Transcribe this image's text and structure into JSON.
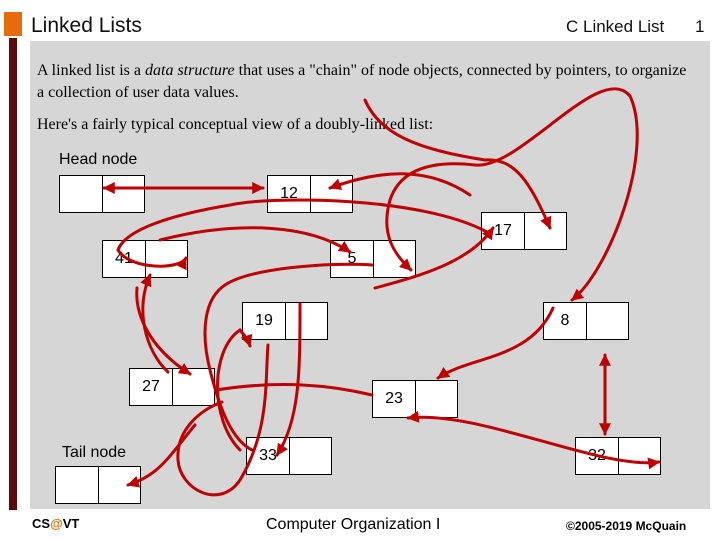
{
  "header": {
    "title": "Linked Lists",
    "section": "C Linked List",
    "page_number": "1"
  },
  "body": {
    "para1_before": "A linked list is a ",
    "para1_italic": "data structure",
    "para1_after": " that uses a \"chain\" of node objects, connected by pointers, to organize a collection of user data values.",
    "para2": "Here's a fairly typical conceptual view of a doubly-linked list:"
  },
  "diagram": {
    "head_label": "Head node",
    "tail_label": "Tail node",
    "nodes": [
      {
        "id": "head",
        "value": ""
      },
      {
        "id": "n12",
        "value": "12"
      },
      {
        "id": "n17",
        "value": "17"
      },
      {
        "id": "n41",
        "value": "41"
      },
      {
        "id": "n5",
        "value": "5"
      },
      {
        "id": "n19",
        "value": "19"
      },
      {
        "id": "n8",
        "value": "8"
      },
      {
        "id": "n27",
        "value": "27"
      },
      {
        "id": "n23",
        "value": "23"
      },
      {
        "id": "n33",
        "value": "33"
      },
      {
        "id": "n32",
        "value": "32"
      },
      {
        "id": "tail",
        "value": ""
      }
    ],
    "link_color": "#c00000"
  },
  "footer": {
    "left_prefix": "CS",
    "left_at": "@",
    "left_suffix": "VT",
    "center": "Computer Organization I",
    "right": "©2005-2019 McQuain"
  }
}
